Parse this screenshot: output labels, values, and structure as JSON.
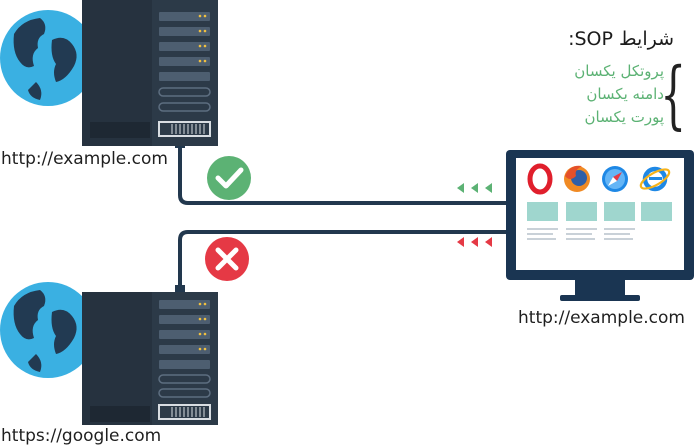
{
  "servers": {
    "top": {
      "url": "http://example.com",
      "status": "allowed"
    },
    "bottom": {
      "url": "https://google.com",
      "status": "blocked"
    }
  },
  "browser": {
    "url": "http://example.com",
    "browsers": [
      "opera-icon",
      "firefox-icon",
      "safari-icon",
      "internet-explorer-icon"
    ]
  },
  "sop": {
    "title": "شرایط SOP:",
    "items": [
      "پروتکل یکسان",
      "دامنه یکسان",
      "پورت یکسان"
    ]
  },
  "colors": {
    "server_body": "#2c3a48",
    "cable": "#22384e",
    "monitor": "#1a3552",
    "screen": "#ffffff",
    "allowed": "#5cb274",
    "blocked": "#e53945",
    "globe_water": "#3ab0e2",
    "globe_land": "#223a52",
    "sop_items": "#5cb274"
  }
}
